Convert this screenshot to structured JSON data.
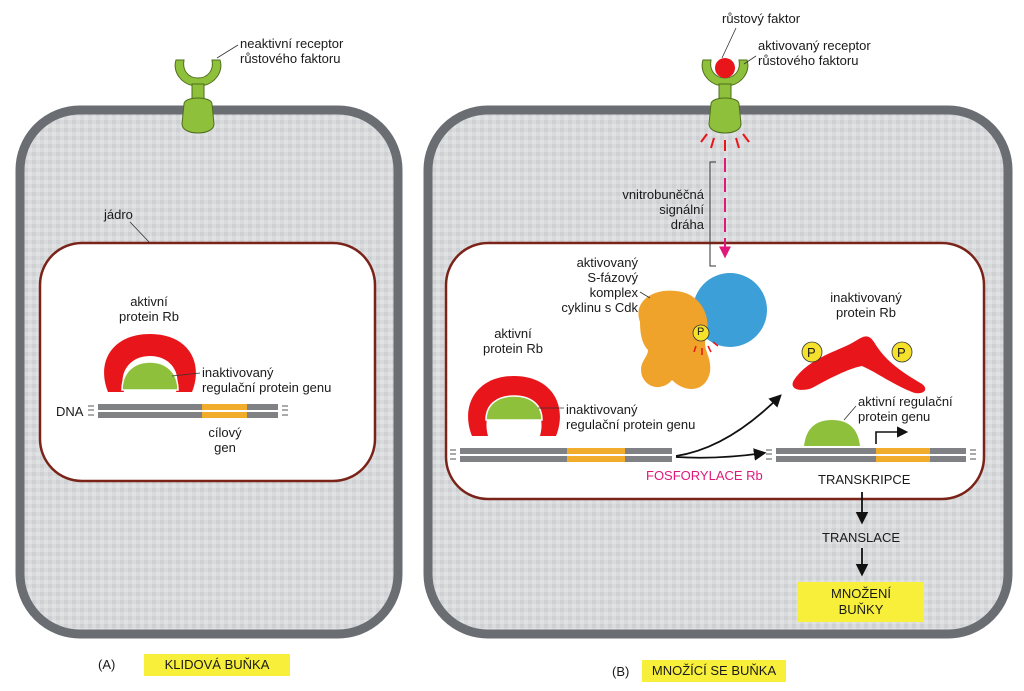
{
  "panel_a": {
    "panel_letter": "(A)",
    "caption": "KLIDOVÁ BUŇKA",
    "receptor_label_line1": "neaktivní receptor",
    "receptor_label_line2": "růstového faktoru",
    "nucleus_label": "jádro",
    "rb_label_line1": "aktivní",
    "rb_label_line2": "protein Rb",
    "regulator_label_line1": "inaktivovaný",
    "regulator_label_line2": "regulační protein genu",
    "dna_label": "DNA",
    "target_gene_line1": "cílový",
    "target_gene_line2": "gen"
  },
  "panel_b": {
    "panel_letter": "(B)",
    "caption": "MNOŽÍCÍ SE BUŇKA",
    "growth_factor_label": "růstový faktor",
    "receptor_label_line1": "aktivovaný receptor",
    "receptor_label_line2": "růstového faktoru",
    "pathway_line1": "vnitrobuněčná",
    "pathway_line2": "signální",
    "pathway_line3": "dráha",
    "cdk_line1": "aktivovaný",
    "cdk_line2": "S-fázový",
    "cdk_line3": "komplex",
    "cdk_line4": "cyklinu s Cdk",
    "rb_active_line1": "aktivní",
    "rb_active_line2": "protein Rb",
    "regulator_inactive_line1": "inaktivovaný",
    "regulator_inactive_line2": "regulační protein genu",
    "rb_inactive_line1": "inaktivovaný",
    "rb_inactive_line2": "protein Rb",
    "regulator_active_line1": "aktivní regulační",
    "regulator_active_line2": "protein genu",
    "phosphorylation": "FOSFORYLACE Rb",
    "transcription": "TRANSKRIPCE",
    "translation": "TRANSLACE",
    "proliferation_line1": "Množení",
    "proliferation_line2": "buňky",
    "phosphate": "P"
  },
  "colors": {
    "membrane": "#6a6d72",
    "cytoplasm": "#d9dadc",
    "nucleus_border": "#7a2318",
    "rb_protein": "#e8161b",
    "regulator_protein": "#8fc03c",
    "cyclin": "#3d9fd8",
    "cdk": "#f0a32a",
    "phosphate": "#f5e02c",
    "dna_gray": "#7f8185",
    "gene": "#f2ac2b",
    "highlight": "#f7ef3a",
    "signal": "#e0187a"
  }
}
